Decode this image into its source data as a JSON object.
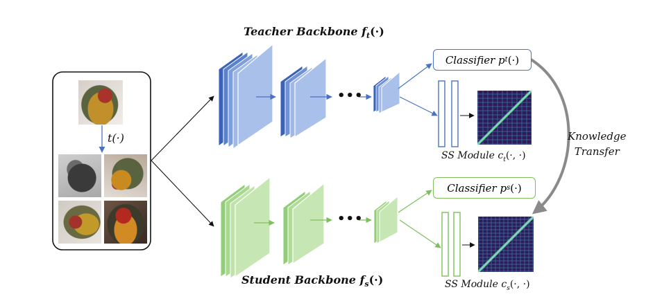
{
  "teacher": {
    "title": "Teacher Backbone f",
    "sub": "t",
    "arg": "(·)",
    "color": "#4a72c4",
    "classifier": {
      "prefix": "Classifier p",
      "sub": "t",
      "arg": "(·)"
    },
    "ss": {
      "prefix": "SS Module c",
      "sub": "t",
      "arg": "(·, ·)"
    }
  },
  "student": {
    "title": "Student Backbone f",
    "sub": "s",
    "arg": "(·)",
    "color": "#7cbf5c",
    "classifier": {
      "prefix": "Classifier p",
      "sub": "s",
      "arg": "(·)"
    },
    "ss": {
      "prefix": "SS Module c",
      "sub": "s",
      "arg": "(·, ·)"
    }
  },
  "transform": {
    "label": "t(·)"
  },
  "transfer": {
    "line1": "Knowledge",
    "line2": "Transfer"
  },
  "ellipsis": "•••",
  "colors": {
    "teacher_blue": "#4a72c4",
    "student_green": "#7cbf5c",
    "matrix": "#2c1d5a"
  }
}
